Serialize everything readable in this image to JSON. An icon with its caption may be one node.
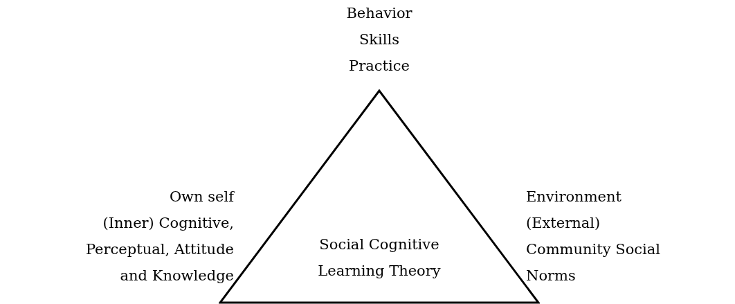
{
  "diagram": {
    "nodes": [
      {
        "text": [
          "Social Cognitive Learning Theory"
        ]
      }
    ],
    "labels": [
      "Behavior Skills Practice",
      "Own self",
      "(Inner) Cognitive, Perceptual, Attitude and Knowledge",
      "Environment",
      "(External) Community Social Norms"
    ]
  }
}
